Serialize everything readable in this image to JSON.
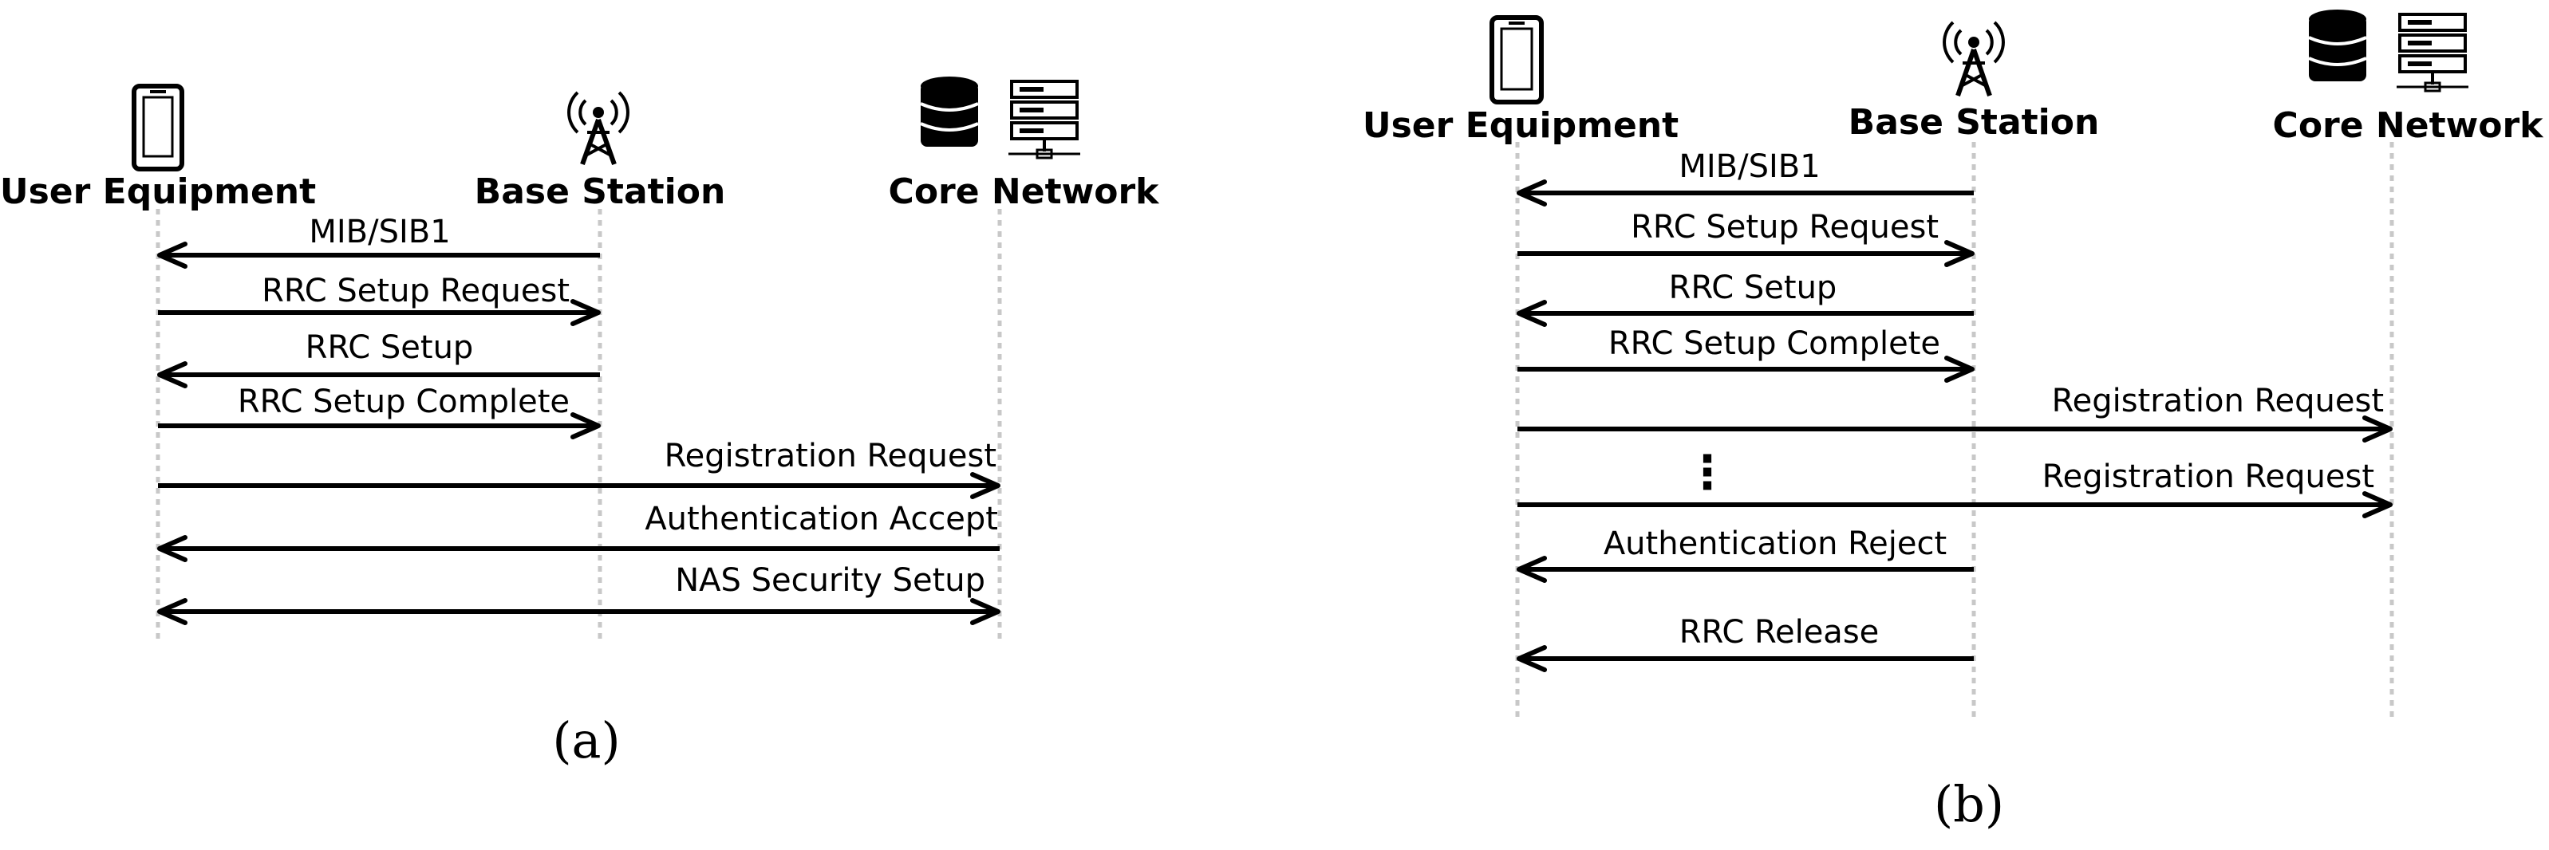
{
  "panels": [
    {
      "id": "a",
      "label": "(a)",
      "actors": [
        {
          "name": "User Equipment",
          "icon": "phone-icon"
        },
        {
          "name": "Base Station",
          "icon": "antenna-tower-icon"
        },
        {
          "name": "Core Network",
          "icon": "database-server-icon"
        }
      ],
      "messages": [
        {
          "text": "MIB/SIB1",
          "from": 1,
          "to": 0
        },
        {
          "text": "RRC Setup Request",
          "from": 0,
          "to": 1
        },
        {
          "text": "RRC Setup",
          "from": 1,
          "to": 0
        },
        {
          "text": "RRC Setup Complete",
          "from": 0,
          "to": 1
        },
        {
          "text": "Registration Request",
          "from": 0,
          "to": 2
        },
        {
          "text": "Authentication Accept",
          "from": 2,
          "to": 0
        },
        {
          "text": "NAS Security Setup",
          "from": 0,
          "to": 2,
          "bidirectional": true
        }
      ]
    },
    {
      "id": "b",
      "label": "(b)",
      "actors": [
        {
          "name": "User Equipment",
          "icon": "phone-icon"
        },
        {
          "name": "Base Station",
          "icon": "antenna-tower-icon"
        },
        {
          "name": "Core Network",
          "icon": "database-server-icon"
        }
      ],
      "messages": [
        {
          "text": "MIB/SIB1",
          "from": 1,
          "to": 0
        },
        {
          "text": "RRC Setup Request",
          "from": 0,
          "to": 1
        },
        {
          "text": "RRC Setup",
          "from": 1,
          "to": 0
        },
        {
          "text": "RRC Setup Complete",
          "from": 0,
          "to": 1
        },
        {
          "text": "Registration Request",
          "from": 0,
          "to": 2
        },
        {
          "text": "Registration Request",
          "from": 0,
          "to": 2
        },
        {
          "text": "Authentication Reject",
          "from": 1,
          "to": 0
        },
        {
          "text": "RRC Release",
          "from": 1,
          "to": 0
        }
      ],
      "ellipsis": "⋮"
    }
  ]
}
